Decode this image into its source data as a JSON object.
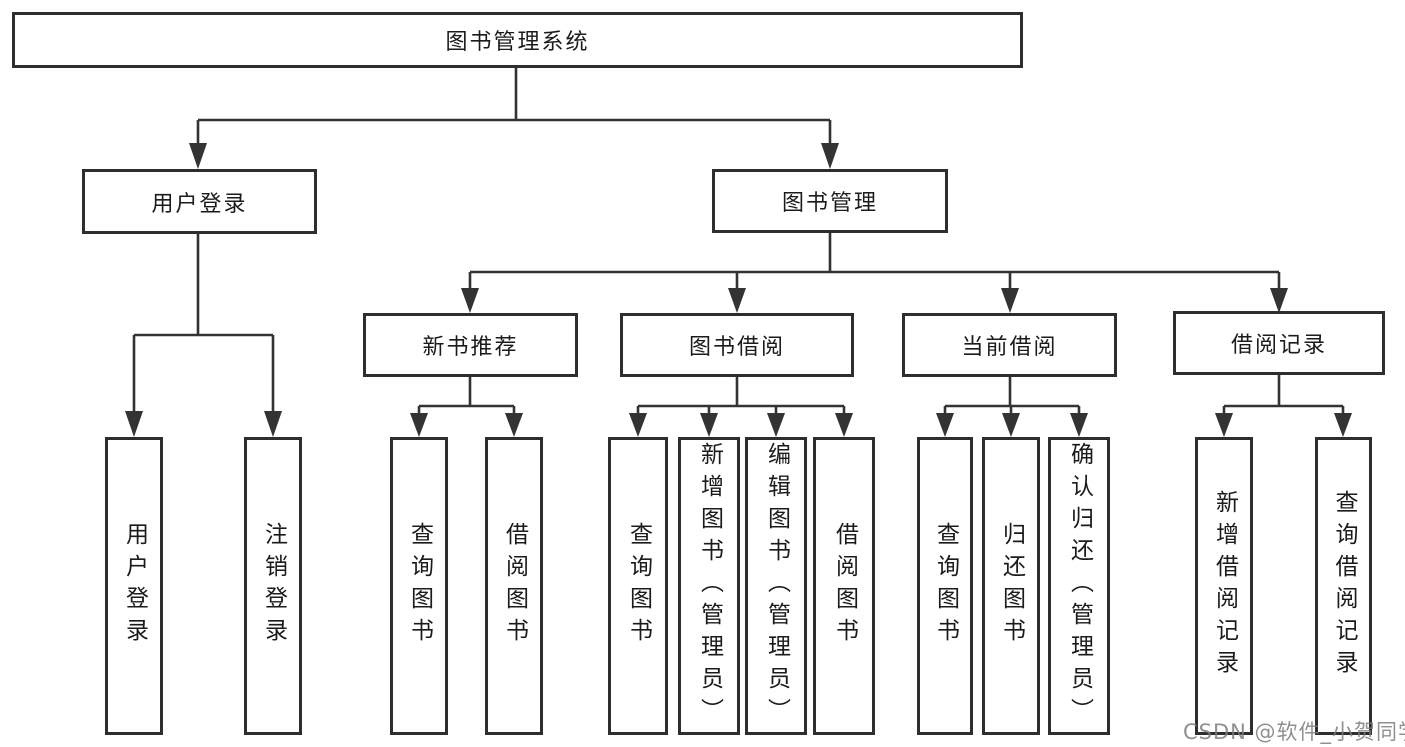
{
  "tree": {
    "label": "图书管理系统",
    "children": [
      {
        "label": "用户登录",
        "children": [
          {
            "label": "用户登录"
          },
          {
            "label": "注销登录"
          }
        ]
      },
      {
        "label": "图书管理",
        "children": [
          {
            "label": "新书推荐",
            "children": [
              {
                "label": "查询图书"
              },
              {
                "label": "借阅图书"
              }
            ]
          },
          {
            "label": "图书借阅",
            "children": [
              {
                "label": "查询图书"
              },
              {
                "label": "新增图书（管理员）"
              },
              {
                "label": "编辑图书（管理员）"
              },
              {
                "label": "借阅图书"
              }
            ]
          },
          {
            "label": "当前借阅",
            "children": [
              {
                "label": "查询图书"
              },
              {
                "label": "归还图书"
              },
              {
                "label": "确认归还（管理员）"
              }
            ]
          },
          {
            "label": "借阅记录",
            "children": [
              {
                "label": "新增借阅记录"
              },
              {
                "label": "查询借阅记录"
              }
            ]
          }
        ]
      }
    ]
  },
  "watermark": {
    "text": "CSDN @软件_小贺同学"
  },
  "colors": {
    "line": "#333333",
    "box_border": "#2e2e2e",
    "text": "#1b1b1b",
    "watermark": "#7d7d7d",
    "background": "#ffffff"
  }
}
